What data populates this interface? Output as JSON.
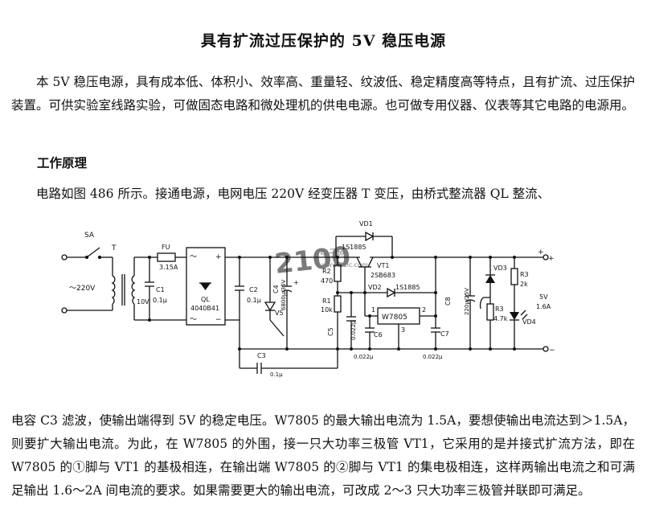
{
  "title": "具有扩流过压保护的 5V 稳压电源",
  "intro": "本 5V 稳压电源，具有成本低、体积小、效率高、重量轻、纹波低、稳定精度高等特点，且有扩流、过压保护装置。可供实验室线路实验，可做固态电路和微处理机的供电电源。也可做专用仪器、仪表等其它电路的电源用。",
  "section_heading": "工作原理",
  "paragraph_before": "电路如图 486 所示。接通电源，电网电压 220V 经变压器 T 变压，由桥式整流器 QL 整流、",
  "paragraph_after": "电容 C3 滤波，使输出端得到 5V 的稳定电压。W7805 的最大输出电流为 1.5A，要想使输出电流达到＞1.5A，则要扩大输出电流。为此，在 W7805 的外围，接一只大功率三极管 VT1，它采用的是并接式扩流方法，即在 W7805 的①脚与 VT1 的基极相连，在输出端 W7805 的②脚与 VT1 的集电极相连，这样两输出电流之和可满足输出 1.6～2A 间电流的要求。如果需要更大的输出电流，可改成 2～3 只大功率三极管并联即可满足。",
  "schematic": {
    "labels": {
      "sa": "SA",
      "t": "T",
      "v220": "～220V",
      "v10": "10V",
      "fu": "FU",
      "fu_val": "3.15A",
      "c1": "C1",
      "c1_val": "0.1μ",
      "ql": "QL",
      "ql_part": "4040B41",
      "c2": "C2",
      "c2_val": "0.1μ",
      "c4": "C4",
      "c4_val": "6800μ/35V",
      "v5": "V5",
      "c3": "C3",
      "c3_val": "0.1μ",
      "vd1": "VD1",
      "vd1_part": "1S1885",
      "r2": "R2",
      "r2_val": "470",
      "r1": "R1",
      "r1_val": "10k",
      "vt1": "VT1",
      "vt1_part": "2SB683",
      "vd2": "VD2",
      "vd2_part": "1S1885",
      "c5": "C5",
      "c5_val": "0.022μ",
      "c6": "C6",
      "c6_val": "0.022μ",
      "reg": "W7805",
      "pin1": "1",
      "pin2": "2",
      "pin3": "3",
      "c7": "C7",
      "c7_val": "0.022μ",
      "c8": "C8",
      "c8_val": "220μ/25V",
      "vd3": "VD3",
      "r3a": "R3",
      "r3a_val": "2k",
      "r3b": "R3",
      "r3b_val": "4.7k",
      "vd4": "VD4",
      "out_v": "5V",
      "out_a": "1.6A",
      "plus_top": "+",
      "plus_top2": "+",
      "minus_bot": "−",
      "watermark": "2100",
      "watermark_sub": "电子网",
      "watermark_url": "www.21ic.com"
    }
  }
}
